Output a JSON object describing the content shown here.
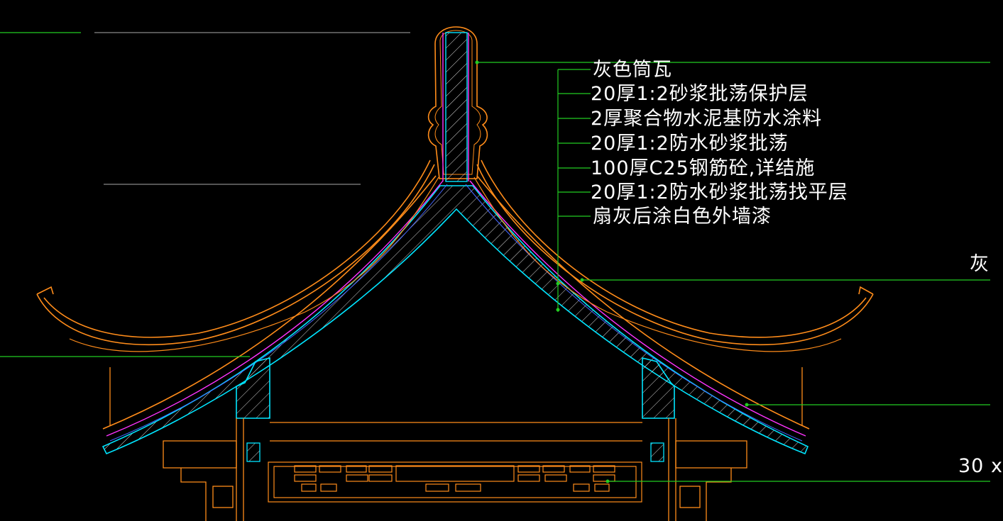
{
  "layer_list": {
    "items": [
      "灰色筒瓦",
      "20厚1:2砂浆批荡保护层",
      "2厚聚合物水泥基防水涂料",
      "20厚1:2防水砂浆批荡",
      "100厚C25钢筋砼,详结施",
      "20厚1:2防水砂浆批荡找平层",
      "扇灰后涂白色外墙漆"
    ]
  },
  "edge_labels": {
    "right_top": "灰",
    "right_bottom": "30 x"
  },
  "colors": {
    "background": "#000000",
    "outline": "#ff8c1a",
    "leader": "#22cc22",
    "concrete": "#00e5ff",
    "membrane": "#ff33ff",
    "hatch": "#e0e0e0",
    "text": "#ffffff"
  }
}
